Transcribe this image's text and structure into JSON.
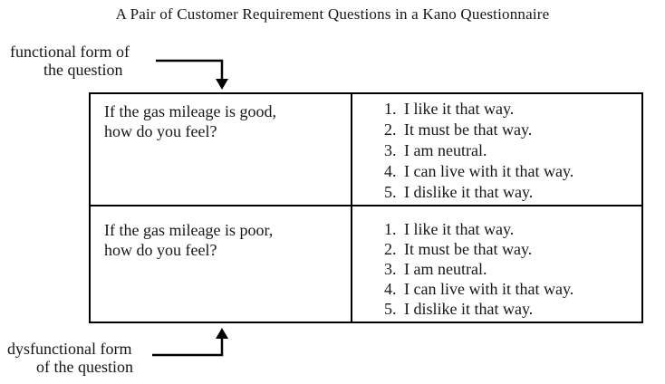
{
  "title": "A Pair of Customer Requirement Questions in a Kano Questionnaire",
  "annotations": {
    "functional": {
      "line1": "functional form of",
      "line2": "the question"
    },
    "dysfunctional": {
      "line1": "dysfunctional form",
      "line2": "of the question"
    }
  },
  "colors": {
    "background": "#ffffff",
    "text": "#161616",
    "border": "#000000"
  },
  "table": {
    "rows": [
      {
        "question_line1": "If the gas mileage is good,",
        "question_line2": "how do you feel?",
        "options": [
          {
            "num": "1.",
            "label": "I like it that way."
          },
          {
            "num": "2.",
            "label": "It must be that way."
          },
          {
            "num": "3.",
            "label": "I am neutral."
          },
          {
            "num": "4.",
            "label": "I can live with it that way."
          },
          {
            "num": "5.",
            "label": "I dislike it that way."
          }
        ]
      },
      {
        "question_line1": "If the gas mileage is poor,",
        "question_line2": "how do you feel?",
        "options": [
          {
            "num": "1.",
            "label": "I like it that way."
          },
          {
            "num": "2.",
            "label": "It must be that way."
          },
          {
            "num": "3.",
            "label": "I am neutral."
          },
          {
            "num": "4.",
            "label": "I can live with it that way."
          },
          {
            "num": "5.",
            "label": "I dislike it that way."
          }
        ]
      }
    ]
  }
}
